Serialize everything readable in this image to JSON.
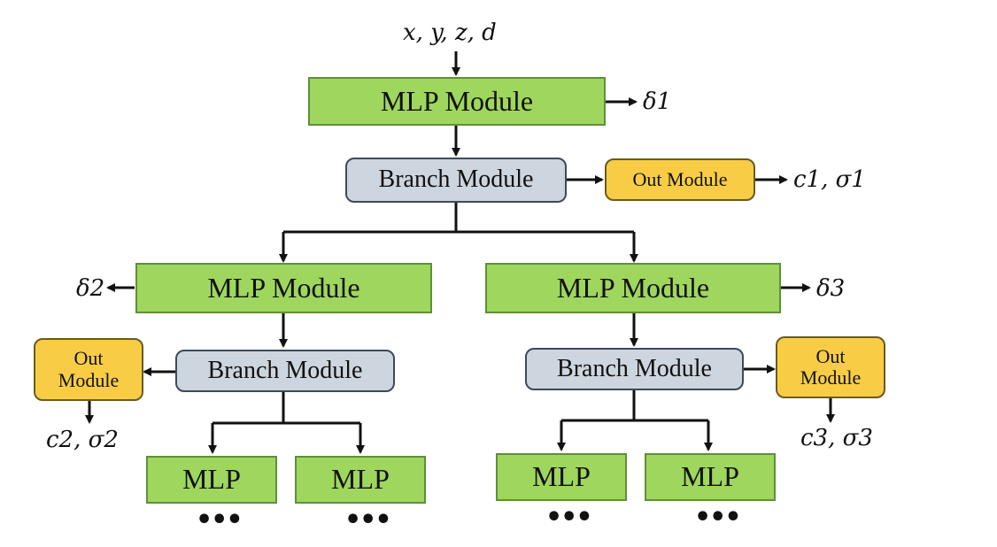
{
  "input_label": "x, y, z, d",
  "root": {
    "mlp_label": "MLP Module",
    "mlp_output": "δ1",
    "branch_label": "Branch Module",
    "out_label": "Out Module",
    "out_output": "c1, σ1"
  },
  "left": {
    "mlp_label": "MLP Module",
    "mlp_output": "δ2",
    "branch_label": "Branch Module",
    "out_label_line1": "Out",
    "out_label_line2": "Module",
    "out_output": "c2, σ2",
    "children": [
      "MLP",
      "MLP"
    ],
    "ellipsis": [
      "•••",
      "•••"
    ]
  },
  "right": {
    "mlp_label": "MLP Module",
    "mlp_output": "δ3",
    "branch_label": "Branch Module",
    "out_label_line1": "Out",
    "out_label_line2": "Module",
    "out_output": "c3, σ3",
    "children": [
      "MLP",
      "MLP"
    ],
    "ellipsis": [
      "•••",
      "•••"
    ]
  }
}
